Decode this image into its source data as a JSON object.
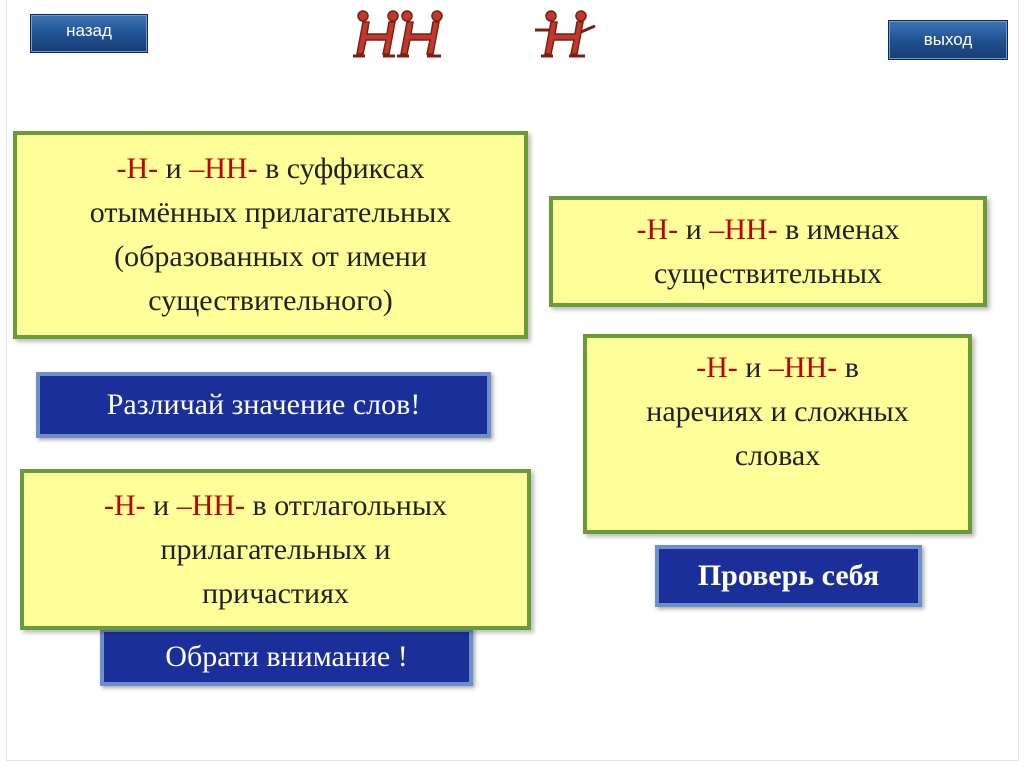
{
  "nav": {
    "back_label": "назад",
    "exit_label": "выход"
  },
  "logo": {
    "icon": "n-nn-figures-logo",
    "color": "#c0392b"
  },
  "cards": {
    "denominal": {
      "prefix_n": "-Н-",
      "middle": " и ",
      "prefix_nn": "–НН-",
      "rest_line1": " в суффиксах",
      "line2": "отымённых прилагательных",
      "line3": "(образованных от имени",
      "line4": "существительного)"
    },
    "nouns": {
      "prefix_n": "-Н-",
      "middle": " и ",
      "prefix_nn": "–НН-",
      "rest_line1": " в именах",
      "line2": "существительных"
    },
    "adverbs": {
      "prefix_n": "-Н-",
      "middle": " и ",
      "prefix_nn": "–НН-",
      "rest_line1": " в",
      "line2": "наречиях и сложных",
      "line3": "словах"
    },
    "verbal": {
      "prefix_n": "-Н-",
      "middle": " и ",
      "prefix_nn": "–НН-",
      "rest_line1": " в отглагольных",
      "line2": "прилагательных и",
      "line3": "причастиях"
    }
  },
  "buttons": {
    "distinguish_label": "Различай значение слов!",
    "attention_label": "Обрати внимание !",
    "check_label": "Проверь себя"
  },
  "colors": {
    "card_bg": "#ffff99",
    "card_border": "#6a9a3a",
    "accent_red": "#c00000",
    "button_blue": "#1a2f9a"
  }
}
